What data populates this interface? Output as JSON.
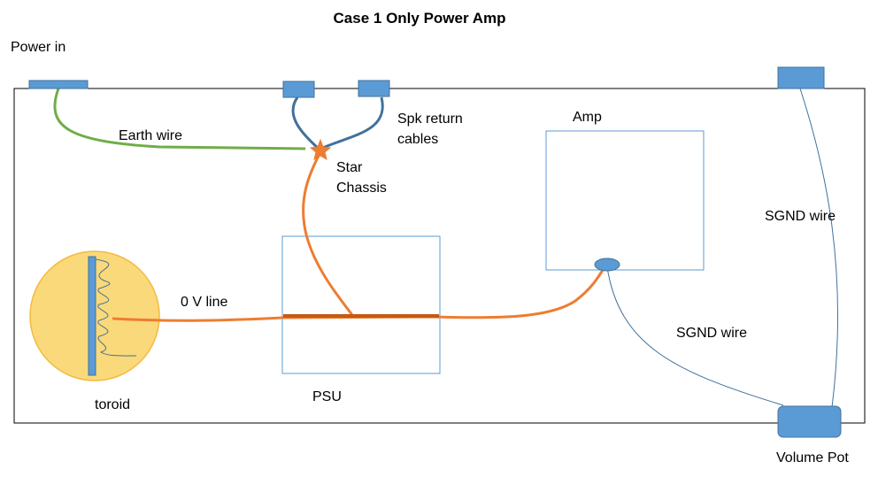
{
  "title": "Case 1 Only Power Amp",
  "labels": {
    "power_in": "Power in",
    "earth_wire": "Earth wire",
    "spk_return_line1": "Spk return",
    "spk_return_line2": "cables",
    "star_line1": "Star",
    "star_line2": "Chassis",
    "amp": "Amp",
    "sgnd_wire_right": "SGND wire",
    "zero_v_line": "0 V line",
    "sgnd_wire_lower": "SGND wire",
    "toroid": "toroid",
    "psu": "PSU",
    "volume_pot": "Volume Pot"
  },
  "colors": {
    "earth_wire": "#70ad47",
    "speaker_cable": "#41719c",
    "zero_v_wire": "#ed7d31",
    "psu_bar": "#c55a11",
    "connector_fill": "#5b9bd5",
    "connector_stroke": "#41719c",
    "toroid_fill": "#fad97a",
    "toroid_stroke": "#f4b940",
    "box_stroke": "#5b9bd5",
    "chassis_stroke": "#000000"
  }
}
